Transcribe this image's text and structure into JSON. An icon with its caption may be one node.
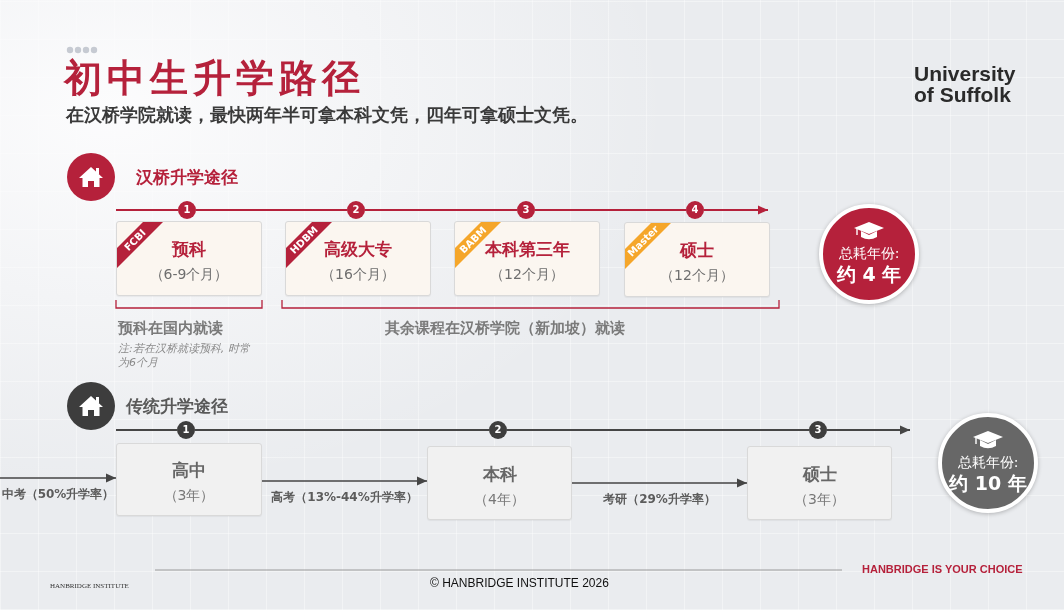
{
  "diagram": {
    "title": "初中生升学路径",
    "nodes": [
      {
        "text": [
          "1"
        ]
      },
      {
        "text": [
          "预科",
          "（6-9个月）"
        ]
      },
      {
        "text": [
          "FCBI"
        ],
        "in": 1
      },
      {
        "text": [
          "2"
        ]
      },
      {
        "text": [
          "高级大专",
          "（16个月）"
        ]
      },
      {
        "text": [
          "HDBM"
        ],
        "in": 4
      },
      {
        "text": [
          "3"
        ]
      },
      {
        "text": [
          "本科第三年",
          "（12个月）"
        ]
      },
      {
        "text": [
          "BABM"
        ],
        "in": 7
      },
      {
        "text": [
          "4"
        ]
      },
      {
        "text": [
          "硕士",
          "（12个月）"
        ]
      },
      {
        "text": [
          "Master"
        ],
        "in": 10
      },
      {
        "text": [
          "总耗年份:",
          "约 4 年"
        ]
      },
      {
        "text": [
          "1"
        ]
      },
      {
        "text": [
          "高中",
          "（3年）"
        ]
      },
      {
        "text": [
          "2"
        ]
      },
      {
        "text": [
          "本科",
          "（4年）"
        ]
      },
      {
        "text": [
          "3"
        ]
      },
      {
        "text": [
          "硕士",
          "（3年）"
        ]
      },
      {
        "text": [
          "总耗年份:",
          "约 10 年"
        ]
      }
    ],
    "edges": [
      {
        "from": 1,
        "to": 0,
        "arrow": "none",
        "color": "#b5213b"
      },
      {
        "from": 0,
        "to": 3,
        "arrow": "none",
        "color": "#b5213b"
      },
      {
        "from": 3,
        "to": 6,
        "arrow": "none",
        "color": "#b5213b"
      },
      {
        "from": 6,
        "to": 9,
        "arrow": "none",
        "color": "#b5213b"
      },
      {
        "from": 9,
        "to": 10,
        "arrow": "to",
        "color": "#b5213b"
      },
      {
        "from": 14,
        "to": 13,
        "arrow": "none"
      },
      {
        "from": 13,
        "to": 15,
        "arrow": "none"
      },
      {
        "from": 15,
        "to": 17,
        "arrow": "none"
      },
      {
        "from": 17,
        "to": 18,
        "arrow": "to"
      },
      {
        "from": null,
        "to": 14,
        "arrow": "to",
        "label": "中考（50%升学率）"
      },
      {
        "from": 14,
        "to": 16,
        "arrow": "to",
        "label": "高考（13%-44%升学率）"
      },
      {
        "from": 16,
        "to": 18,
        "arrow": "to",
        "label": "考研（29%升学率）"
      }
    ],
    "labels": [
      "在汉桥学院就读，最快两年半可拿本科文凭，四年可拿硕士文凭。",
      "University of Suffolk",
      "汉桥升学途径",
      "预科在国内就读",
      "其余课程在汉桥学院（新加坡）就读",
      "注:若在汉桥就读预科, 时常为6个月",
      "传统升学途径",
      "HANBRIDGE INSTITUTE",
      "© HANBRIDGE INSTITUTE 2026",
      "HANBRIDGE IS YOUR CHOICE"
    ]
  }
}
